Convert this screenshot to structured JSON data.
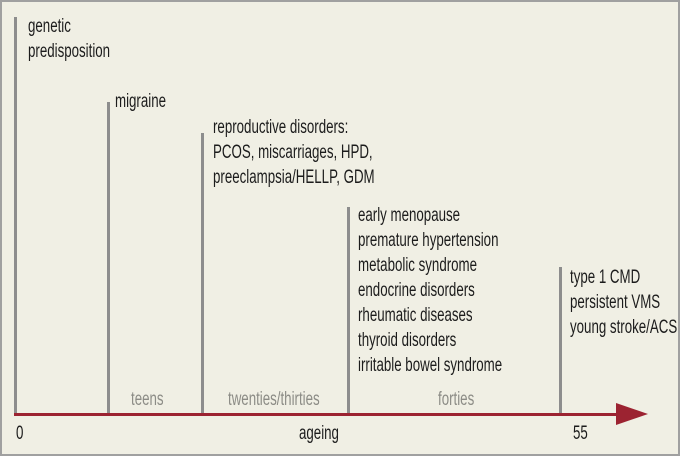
{
  "figure": {
    "type": "timeline-diagram",
    "axis": {
      "title": "ageing",
      "origin_label": "0",
      "end_label": "55",
      "color": "#9c2331"
    },
    "stages": [
      {
        "label": "teens"
      },
      {
        "label": "twenties/thirties"
      },
      {
        "label": "forties"
      }
    ],
    "milestones": [
      {
        "name": "genetic-predisposition",
        "lines": [
          "genetic",
          "predisposition"
        ]
      },
      {
        "name": "migraine",
        "lines": [
          "migraine"
        ]
      },
      {
        "name": "reproductive-disorders",
        "lines": [
          "reproductive disorders:",
          "PCOS, miscarriages, HPD,",
          "preeclampsia/HELLP, GDM"
        ]
      },
      {
        "name": "forties-conditions",
        "lines": [
          "early menopause",
          "premature hypertension",
          "metabolic syndrome",
          "endocrine disorders",
          "rheumatic diseases",
          "thyroid disorders",
          "irritable bowel syndrome"
        ]
      },
      {
        "name": "fifties-conditions",
        "lines": [
          "type 1 CMD",
          "persistent VMS",
          "young stroke/ACS"
        ]
      }
    ],
    "colors": {
      "background": "#f0efe4",
      "border": "#a0a0a0",
      "milestone_line": "#8d8d8d",
      "stage_text": "#8c8c86",
      "text": "#1c1c1c",
      "axis": "#9c2331"
    }
  }
}
